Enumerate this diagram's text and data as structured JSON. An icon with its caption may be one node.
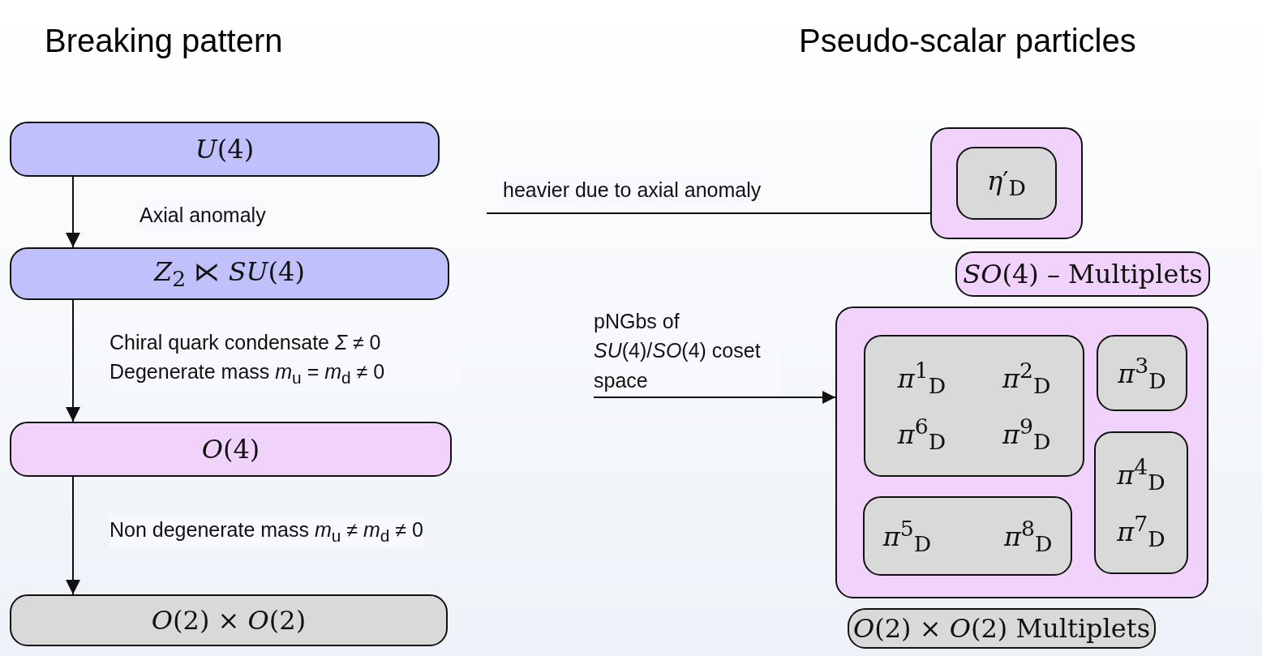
{
  "diagram": {
    "nodes": [
      {
        "text": [
          "*U*(4)"
        ]
      },
      {
        "text": [
          "*Z*$_{2}$ ⋉ *SU*(4)"
        ]
      },
      {
        "text": [
          "*O*(4)"
        ]
      },
      {
        "text": [
          "*O*(2) × *O*(2)"
        ]
      },
      {
        "text": [],
        "shape": "box"
      },
      {
        "text": [
          "*η*′$_{D}$"
        ],
        "in": 4
      },
      {
        "text": [
          "*SO*(4) – Multiplets"
        ]
      },
      {
        "text": [],
        "shape": "box"
      },
      {
        "text": [
          "*π*$^{1}$$_{D}$",
          "*π*$^{2}$$_{D}$",
          "*π*$^{6}$$_{D}$",
          "*π*$^{9}$$_{D}$"
        ],
        "in": 7
      },
      {
        "text": [
          "*π*$^{3}$$_{D}$"
        ],
        "in": 7
      },
      {
        "text": [
          "*π*$^{4}$$_{D}$",
          "*π*$^{7}$$_{D}$"
        ],
        "in": 7
      },
      {
        "text": [
          "*π*$^{5}$$_{D}$",
          "*π*$^{8}$$_{D}$"
        ],
        "in": 7
      },
      {
        "text": [
          "*O*(2) × *O*(2) Multiplets"
        ]
      }
    ],
    "edges": [
      {
        "from": 0,
        "to": 1,
        "arrow": "to",
        "label": "Axial anomaly"
      },
      {
        "from": 1,
        "to": 2,
        "arrow": "to",
        "label": "Chiral quark condensate *Σ* ≠ 0 Degenerate mass *m*$_{u}$ = *m*$_{d}$ ≠ 0"
      },
      {
        "from": 2,
        "to": 3,
        "arrow": "to",
        "label": "Non degenerate mass *m*$_{u}$ ≠ *m*$_{d}$ ≠ 0"
      },
      {
        "from": null,
        "to": 5,
        "arrow": "to",
        "label": "heavier due to axial anomaly"
      },
      {
        "from": null,
        "to": 7,
        "arrow": "to",
        "label": "pNGbs of *SU*(4)/*SO*(4) coset space"
      }
    ],
    "labels": [
      "Breaking pattern",
      "Pseudo-scalar particles"
    ]
  }
}
